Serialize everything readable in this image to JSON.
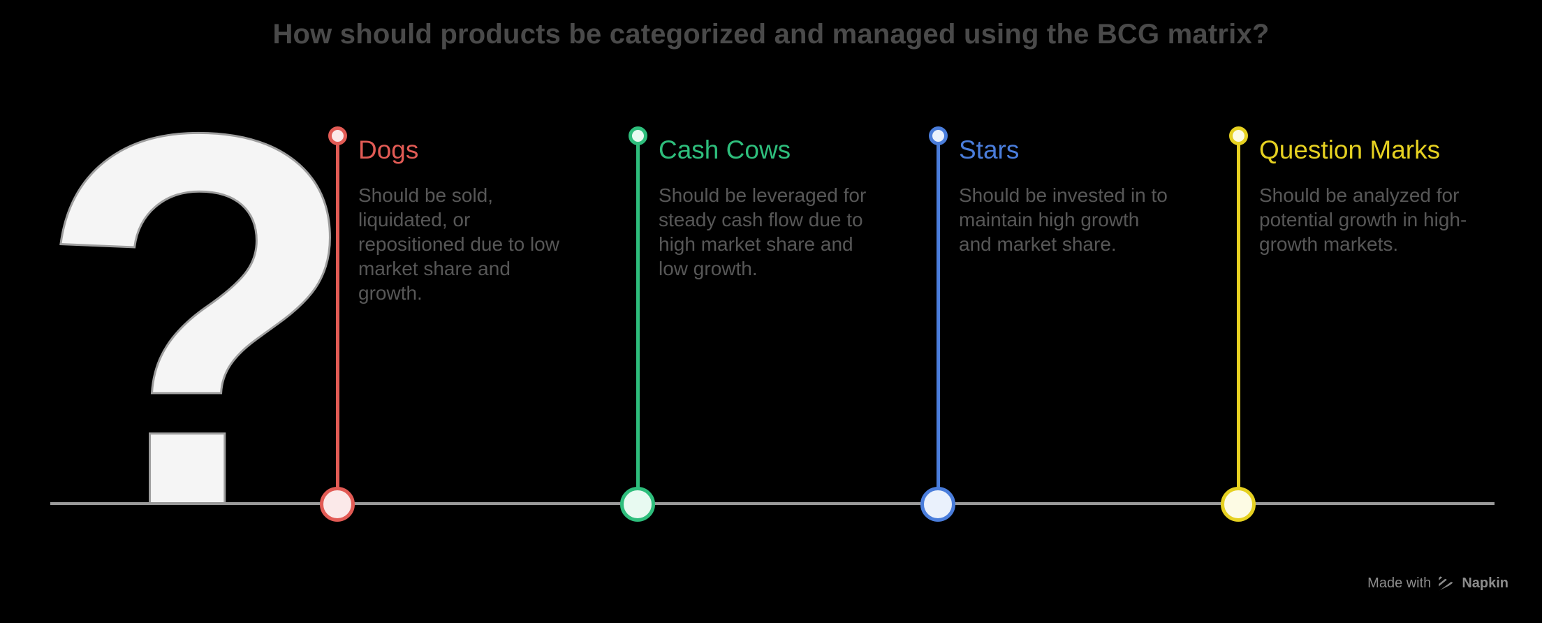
{
  "header": {
    "title": "How should products be categorized and managed using the BCG matrix?",
    "title_color": "#4A4A4A"
  },
  "decoration": {
    "question_mark_glyph": "?",
    "fill_color": "#F5F5F5",
    "outline_color": "#9E9E9E"
  },
  "timeline": {
    "baseline_color": "#9A9A9A"
  },
  "columns": [
    {
      "title": "Dogs",
      "color": "#E25B55",
      "fill": "#FBE9E9",
      "body": "Should be sold,\nliquidated, or\nrepositioned due to low\nmarket share and\ngrowth."
    },
    {
      "title": "Cash Cows",
      "color": "#2EBE7C",
      "fill": "#E8FAF1",
      "body": "Should be leveraged for\nsteady cash flow due to\nhigh market share and\nlow growth."
    },
    {
      "title": "Stars",
      "color": "#4A7DDB",
      "fill": "#EAF1FC",
      "body": "Should be invested in to\nmaintain high growth\nand market share."
    },
    {
      "title": "Question Marks",
      "color": "#E6D121",
      "fill": "#FDFBE4",
      "body": "Should be analyzed for\npotential growth in high-\ngrowth markets."
    }
  ],
  "footer": {
    "made_with": "Made with",
    "brand": "Napkin",
    "color": "#8C8C8C"
  }
}
